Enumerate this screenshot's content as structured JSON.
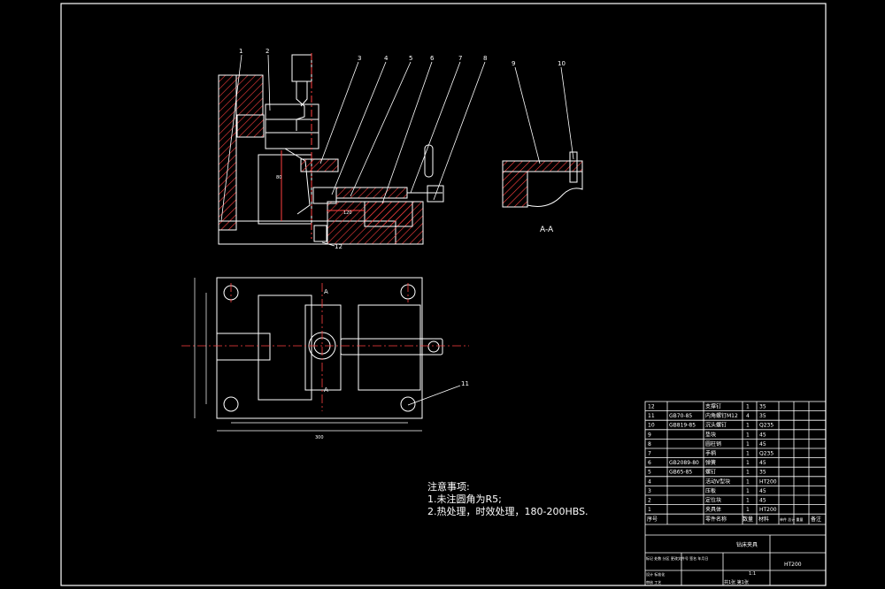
{
  "view_label": "A-A",
  "section_marks": [
    "A",
    "A"
  ],
  "leaders": [
    "1",
    "2",
    "3",
    "4",
    "5",
    "6",
    "7",
    "8",
    "9",
    "10",
    "11",
    "12"
  ],
  "dim_labels": [
    "300",
    "80",
    "120"
  ],
  "notes": {
    "title": "注意事项:",
    "lines": [
      "1.未注圆角为R5;",
      "2.热处理，时效处理，180-200HBS."
    ]
  },
  "bom": {
    "rows": [
      {
        "no": "12",
        "code": "",
        "name": "支撑钉",
        "qty": "1",
        "mat": "35"
      },
      {
        "no": "11",
        "code": "GB70-85",
        "name": "内角螺钉M12",
        "qty": "4",
        "mat": "35"
      },
      {
        "no": "10",
        "code": "GB819-85",
        "name": "沉头螺钉",
        "qty": "1",
        "mat": "Q235"
      },
      {
        "no": "9",
        "code": "",
        "name": "垫块",
        "qty": "1",
        "mat": "45"
      },
      {
        "no": "8",
        "code": "",
        "name": "圆柱销",
        "qty": "1",
        "mat": "45"
      },
      {
        "no": "7",
        "code": "",
        "name": "手柄",
        "qty": "1",
        "mat": "Q235"
      },
      {
        "no": "6",
        "code": "GB2089-80",
        "name": "弹簧",
        "qty": "1",
        "mat": "45"
      },
      {
        "no": "5",
        "code": "GB65-85",
        "name": "螺钉",
        "qty": "1",
        "mat": "35"
      },
      {
        "no": "4",
        "code": "",
        "name": "活动V型块",
        "qty": "1",
        "mat": "HT200"
      },
      {
        "no": "3",
        "code": "",
        "name": "压板",
        "qty": "1",
        "mat": "45"
      },
      {
        "no": "2",
        "code": "",
        "name": "定位块",
        "qty": "1",
        "mat": "45"
      },
      {
        "no": "1",
        "code": "",
        "name": "夹具体",
        "qty": "1",
        "mat": "HT200"
      }
    ],
    "header": {
      "no": "序号",
      "name": "零件名称",
      "qty": "数量",
      "mat": "材料",
      "weight": "单件 总计 重量",
      "remark": "备注"
    }
  },
  "title_block": {
    "drawing_name": "钻床夹具",
    "material": "HT200",
    "scale": "1:1",
    "sheet": "共1张 第1张",
    "rev": "标记 处数 分区 更改文件号 签名 年月日",
    "design": "设计 标准化",
    "audit": "审核 工艺"
  }
}
